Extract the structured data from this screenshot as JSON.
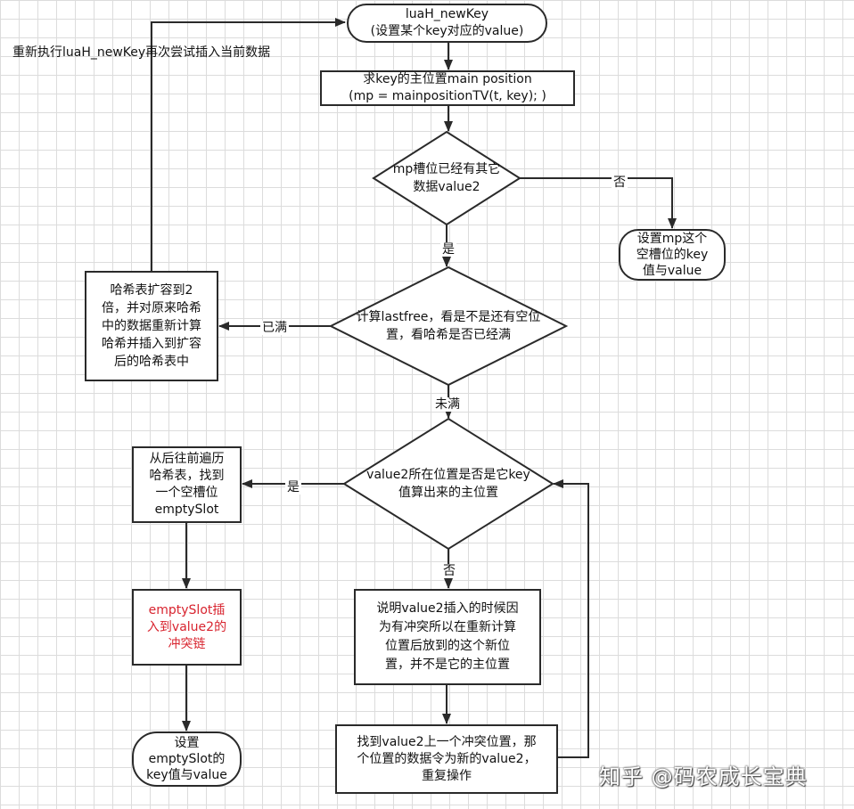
{
  "nodes": {
    "start": "luaH_newKey\n(设置某个key对应的value)",
    "main_position": "求key的主位置main position\n(mp = mainpositionTV(t, key); )",
    "mp_occupied": "mp槽位已经有其它\n数据value2",
    "set_empty_mp": "设置mp这个\n空槽位的key\n值与value",
    "calc_lastfree": "计算lastfree，看是不是还有空位\n置，看哈希是否已经满",
    "rehash": "哈希表扩容到2\n倍，并对原来哈希\n中的数据重新计算\n哈希并插入到扩容\n后的哈希表中",
    "is_main_pos": "value2所在位置是否是它key\n值算出来的主位置",
    "find_empty_slot": "从后往前遍历\n哈希表，找到\n一个空槽位\nemptySlot",
    "insert_chain": "emptySlot插\n入到value2的\n冲突链",
    "set_empty_slot": "设置\nemptySlot的\nkey值与value",
    "explain": "说明value2插入的时候因\n为有冲突所以在重新计算\n位置后放到的这个新位\n置，并不是它的主位置",
    "find_prev": "找到value2上一个冲突位置，那\n个位置的数据令为新的value2，\n重复操作"
  },
  "edges": {
    "no": "否",
    "yes": "是",
    "full": "已满",
    "not_full": "未满",
    "yes2": "是",
    "no2": "否",
    "loop_back": "重新执行luaH_newKey再次尝试插入当前数据"
  },
  "watermark": "知乎 @码农成长宝典",
  "colors": {
    "line": "#2a2a2a",
    "highlight_text": "#d8242f",
    "grid": "#dcdcdc"
  }
}
